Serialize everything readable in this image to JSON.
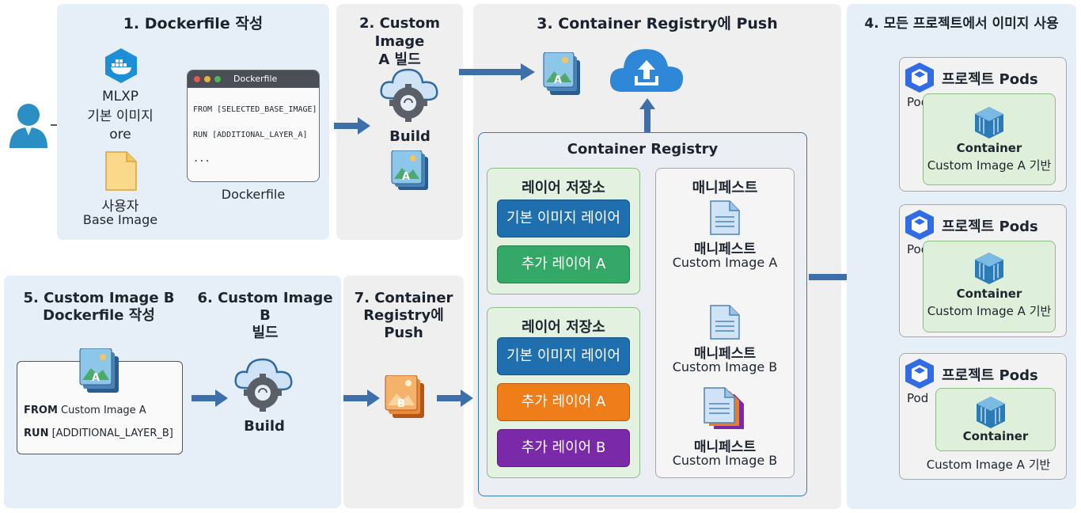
{
  "steps": {
    "s1": "1. Dockerfile 작성",
    "s2": "2. Custom Image\nA 빌드",
    "s3": "3. Container Registry에 Push",
    "s4": "4. 모든 프로젝트에서 이미지 사용",
    "s5": "5. Custom Image B\nDockerfile 작성",
    "s6": "6. Custom Image B\n빌드",
    "s7": "7. Container\nRegistry에 Push"
  },
  "step1": {
    "mlxp": "MLXP",
    "mlxp_sub": "기본 이미지",
    "or": "ore",
    "user_image": "사용자",
    "user_image_sub": "Base Image",
    "editor_title": "Dockerfile",
    "editor_lines": [
      "FROM [SELECTED_BASE_IMAGE]",
      "RUN [ADDITIONAL_LAYER_A]",
      "..."
    ],
    "editor_caption": "Dockerfile"
  },
  "step2": {
    "build": "Build",
    "image_letter": "A"
  },
  "step3": {
    "image_letter": "A",
    "registry_title": "Container Registry",
    "store1_title": "레이어 저장소",
    "store1_layers": [
      "기본 이미지 레이어",
      "추가 레이어 A"
    ],
    "store2_title": "레이어 저장소",
    "store2_layers": [
      "기본 이미지 레이어",
      "추가 레이어 A",
      "추가 레이어 B"
    ],
    "manifest_title": "매니페스트",
    "manifests": [
      {
        "title": "매니페스트",
        "sub": "Custom Image A"
      },
      {
        "title": "매니페스트",
        "sub": "Custom Image B"
      },
      {
        "title": "매니페스트",
        "sub": "Custom Image B"
      }
    ]
  },
  "step4": {
    "pods": [
      {
        "title": "프로젝트 Pods",
        "pod": "Pod",
        "container": "Container",
        "image": "Custom Image A 기반"
      },
      {
        "title": "프로젝트 Pods",
        "pod": "Pod",
        "container": "Container",
        "image": "Custom Image A 기반"
      },
      {
        "title": "프로젝트 Pods",
        "pod": "Pod",
        "container": "Container",
        "image": "Custom Image A 기반"
      }
    ]
  },
  "step5": {
    "image_letter": "A",
    "line1_kw": "FROM",
    "line1_val": " Custom Image A",
    "line2_kw": "RUN",
    "line2_val": " [ADDITIONAL_LAYER_B]"
  },
  "step6": {
    "build": "Build"
  },
  "step7": {
    "image_letter": "B"
  },
  "colors": {
    "arrow": "#3e6fa8",
    "layer_blue": "#1f6fae",
    "layer_green": "#33a867",
    "layer_orange": "#ef7d1a",
    "layer_purple": "#7a2aa8",
    "docker": "#1d8fd6",
    "k8s": "#326ce5"
  }
}
